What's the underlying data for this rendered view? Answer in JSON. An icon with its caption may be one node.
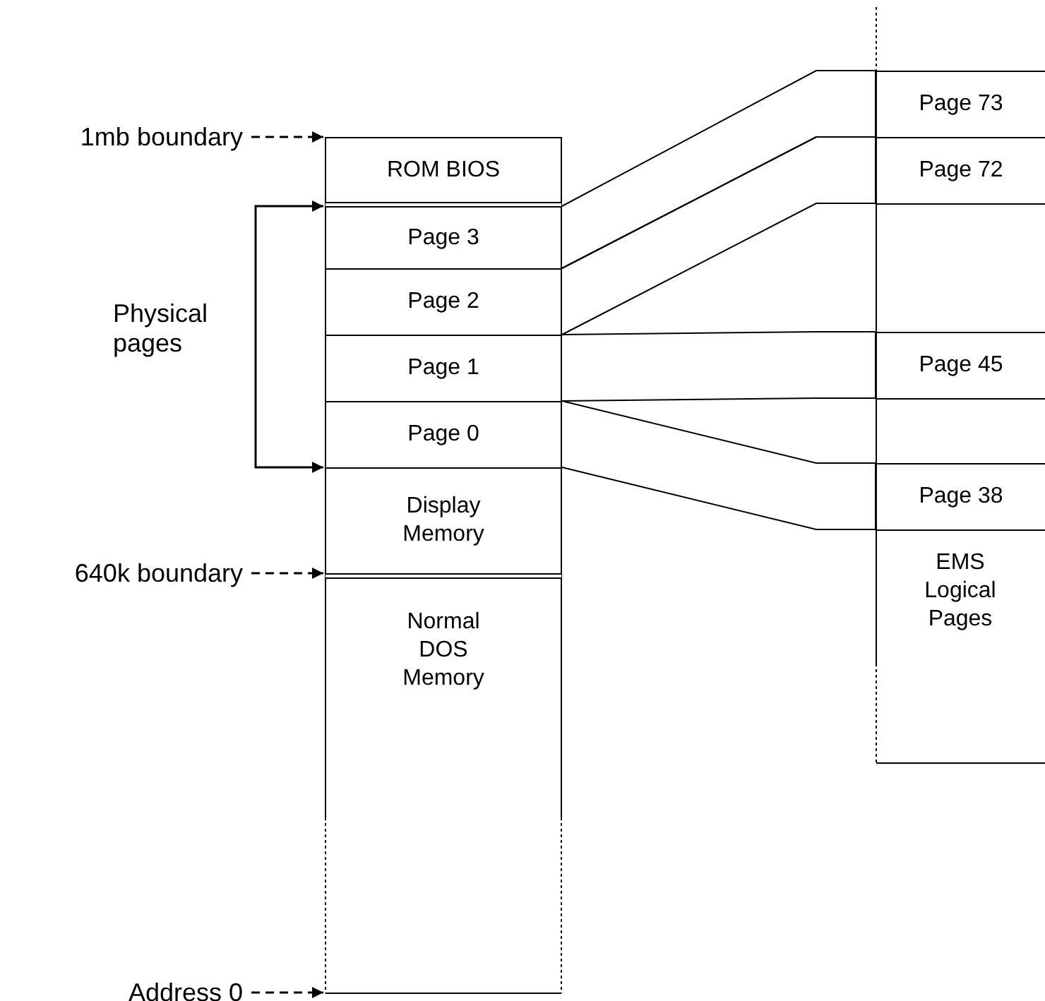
{
  "diagram": {
    "nodes": [
      {
        "text": [
          "ROM BIOS"
        ]
      },
      {
        "text": [
          "Page 3"
        ]
      },
      {
        "text": [
          "Page 2"
        ]
      },
      {
        "text": [
          "Page 1"
        ]
      },
      {
        "text": [
          "Page 0"
        ]
      },
      {
        "text": [
          "Display Memory"
        ]
      },
      {
        "text": [
          "Normal DOS Memory"
        ]
      },
      {
        "text": [
          "Page 73"
        ]
      },
      {
        "text": [
          "Page 72"
        ]
      },
      {
        "text": [],
        "shape": "box"
      },
      {
        "text": [
          "Page 45"
        ]
      },
      {
        "text": [],
        "shape": "box"
      },
      {
        "text": [
          "Page 38"
        ]
      },
      {
        "text": [
          "EMS Logical Pages"
        ]
      },
      {
        "text": [
          "1mb boundary"
        ]
      },
      {
        "text": [
          "640k boundary"
        ]
      },
      {
        "text": [
          "Address 0"
        ]
      },
      {
        "text": [
          "Physical pages"
        ]
      }
    ],
    "edges": [
      {
        "from": 14,
        "to": 0,
        "arrow": "to",
        "style": "dashed"
      },
      {
        "from": 15,
        "to": 6,
        "arrow": "to",
        "style": "dashed"
      },
      {
        "from": 16,
        "to": 6,
        "arrow": "to",
        "style": "dashed"
      },
      {
        "from": 17,
        "to": 1,
        "arrow": "to"
      },
      {
        "from": 17,
        "to": 4,
        "arrow": "to"
      },
      {
        "from": 1,
        "to": 7,
        "arrow": "none"
      },
      {
        "from": 2,
        "to": 8,
        "arrow": "none"
      },
      {
        "from": 3,
        "to": 10,
        "arrow": "none"
      },
      {
        "from": 4,
        "to": 12,
        "arrow": "none"
      }
    ]
  }
}
